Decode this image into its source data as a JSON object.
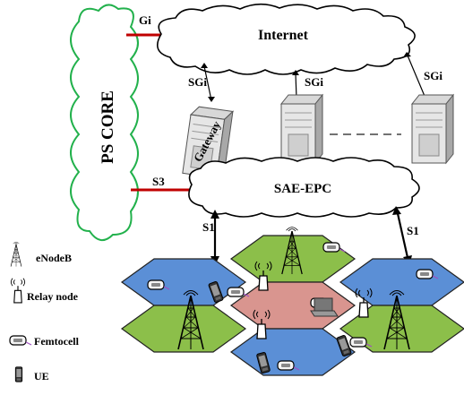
{
  "clouds": {
    "internet": "Internet",
    "sae_epc": "SAE-EPC",
    "ps_core": "PS CORE"
  },
  "interfaces": {
    "gi": "Gi",
    "sgi_left": "SGi",
    "sgi_mid": "SGi",
    "sgi_right": "SGi",
    "s3": "S3",
    "s1_left": "S1",
    "s1_right": "S1"
  },
  "gateway_label": "Gateway",
  "legend": [
    {
      "icon": "tower-icon",
      "label": "eNodeB"
    },
    {
      "icon": "relay-node-icon",
      "label": "Relay node"
    },
    {
      "icon": "femtocell-icon",
      "label": "Femtocell"
    },
    {
      "icon": "phone-icon",
      "label": "UE"
    }
  ],
  "colors": {
    "ps_core_outline": "#22b14c",
    "link_red": "#c00000",
    "cell_green": "#8cbf4a",
    "cell_blue": "#5b8fd6",
    "cell_pink": "#d9958f"
  }
}
